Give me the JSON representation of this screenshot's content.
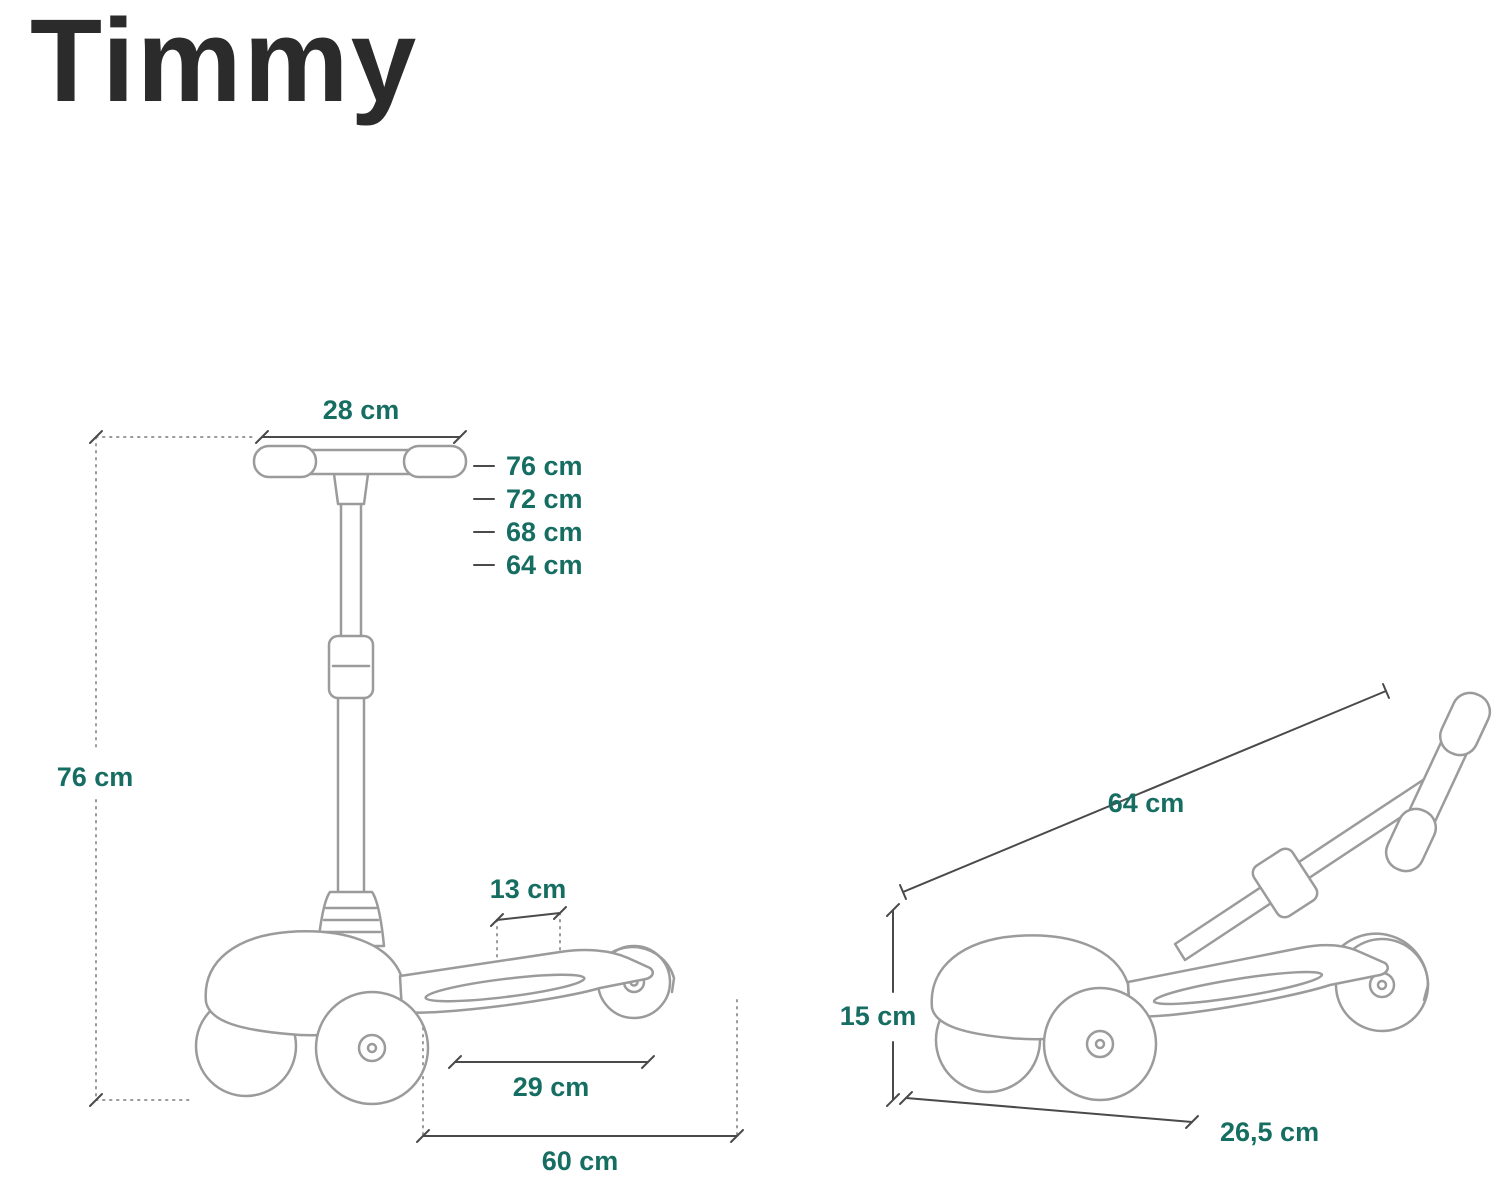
{
  "title": "Timmy",
  "colors": {
    "accent": "#166d62",
    "line_art": "#9b9b9b",
    "dimension": "#4a4a4a",
    "title": "#2b2b2b"
  },
  "upright_view": {
    "handlebar_width": "28 cm",
    "handle_height_options": [
      "76 cm",
      "72 cm",
      "68 cm",
      "64 cm"
    ],
    "overall_height": "76 cm",
    "front_width": "13 cm",
    "deck_length": "29 cm",
    "overall_length": "60 cm"
  },
  "folded_view": {
    "folded_length": "64 cm",
    "folded_height": "15 cm",
    "folded_base": "26,5 cm"
  }
}
